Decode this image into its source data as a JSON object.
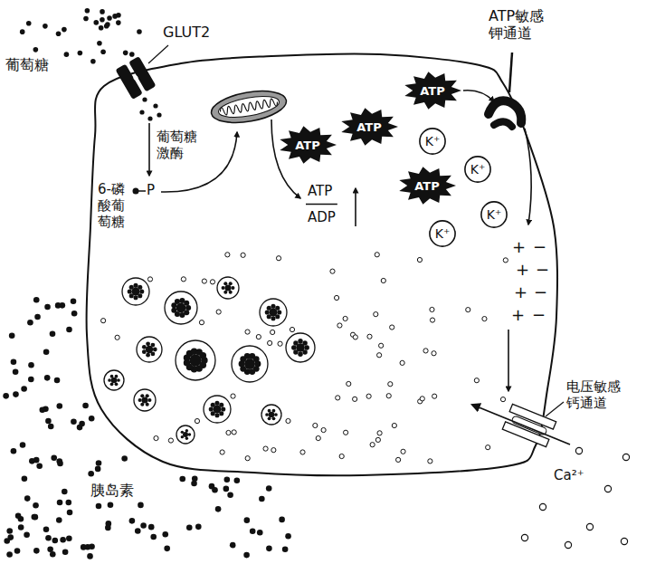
{
  "diagram": {
    "nodes": [
      {
        "text": [
          "ATP"
        ]
      },
      {
        "text": [
          "ATP"
        ]
      },
      {
        "text": [
          "ATP"
        ]
      },
      {
        "text": [
          "ATP"
        ]
      },
      {
        "text": [
          "K⁺"
        ]
      },
      {
        "text": [
          "K⁺"
        ]
      },
      {
        "text": [
          "K⁺"
        ]
      },
      {
        "text": [
          "K⁺"
        ]
      }
    ],
    "labels": [
      "葡萄糖",
      "GLUT2",
      "葡萄糖激酶",
      "6-磷酸葡萄糖",
      "P",
      "ATP",
      "ADP",
      "ATP敏感钾通道",
      "+",
      "−",
      "+",
      "−",
      "+",
      "−",
      "+",
      "−",
      "电压敏感钙通道",
      "Ca²⁺",
      "胰岛素"
    ]
  }
}
